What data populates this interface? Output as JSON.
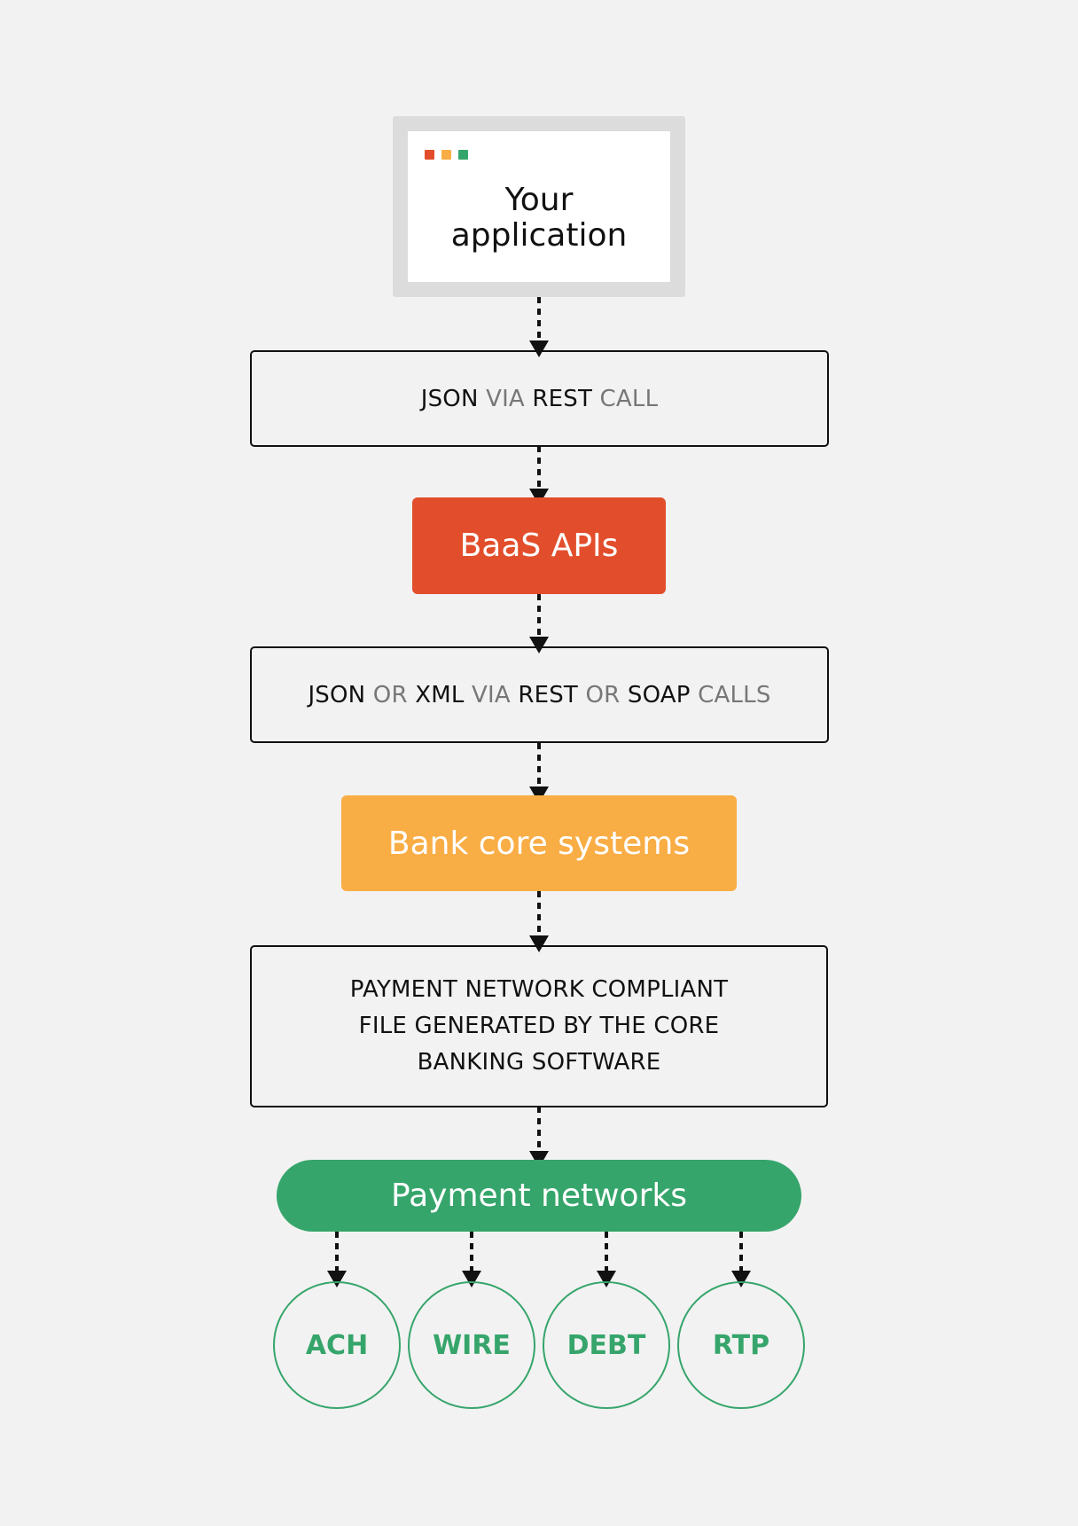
{
  "app": {
    "title_line1": "Your",
    "title_line2": "application",
    "window_dot_colors": [
      "#e24e2b",
      "#f9ad45",
      "#36a56b"
    ]
  },
  "step1": {
    "parts": [
      {
        "text": "JSON",
        "kind": "keyword"
      },
      {
        "text": "VIA",
        "kind": "connector"
      },
      {
        "text": "REST",
        "kind": "keyword"
      },
      {
        "text": "CALL",
        "kind": "connector"
      }
    ]
  },
  "baas": {
    "label": "BaaS APIs",
    "color": "#e24e2b"
  },
  "step2": {
    "parts": [
      {
        "text": "JSON",
        "kind": "keyword"
      },
      {
        "text": "OR",
        "kind": "connector"
      },
      {
        "text": "XML",
        "kind": "keyword"
      },
      {
        "text": "VIA",
        "kind": "connector"
      },
      {
        "text": "REST",
        "kind": "keyword"
      },
      {
        "text": "OR",
        "kind": "connector"
      },
      {
        "text": "SOAP",
        "kind": "keyword"
      },
      {
        "text": "CALLS",
        "kind": "connector"
      }
    ]
  },
  "core": {
    "label": "Bank core systems",
    "color": "#f9ad45"
  },
  "step3": {
    "line1": "PAYMENT NETWORK COMPLIANT",
    "line2": "FILE GENERATED BY THE CORE",
    "line3": "BANKING SOFTWARE"
  },
  "networks": {
    "label": "Payment networks",
    "color": "#36a56b",
    "rails": [
      "ACH",
      "WIRE",
      "DEBT",
      "RTP"
    ]
  }
}
